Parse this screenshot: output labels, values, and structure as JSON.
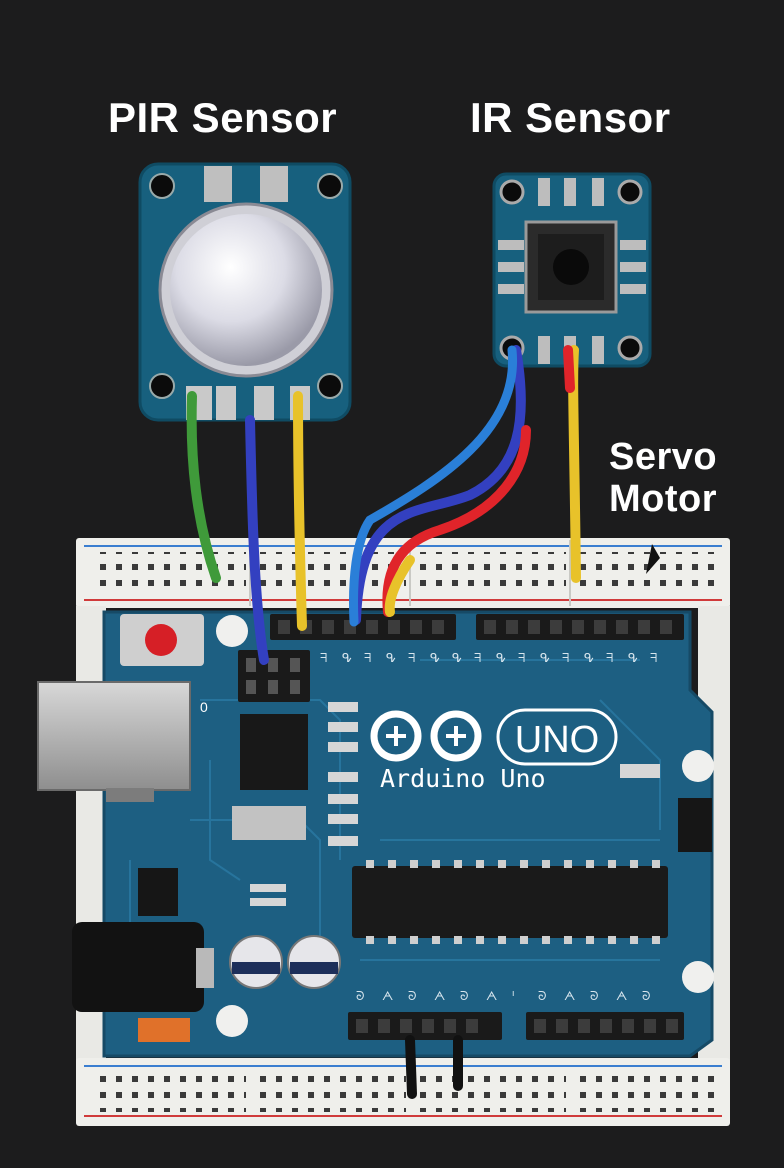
{
  "labels": {
    "pir_sensor": "PIR Sensor",
    "ir_sensor": "IR Sensor",
    "servo_line1": "Servo",
    "servo_line2": "Motor"
  },
  "board": {
    "uno_badge": "UNO",
    "name": "Arduino Uno",
    "pin_marks_top": [
      "ᖷ",
      "ᕴ",
      "ᖷ",
      "ᕴ",
      "ᖷ",
      "ᕴ",
      "ᕴ",
      "ᖷ",
      "ᕴ",
      "ᖷ",
      "ᕴ",
      "ᖷ",
      "ᕴ",
      "ᖷ",
      "ᕴ",
      "ᖷ"
    ],
    "pin_marks_bottom": [
      "ᘐ",
      "ᗅ",
      "ᘐ",
      "ᗅ",
      "ᘐ",
      "ᗅ",
      "ᑊ",
      "ᘐ",
      "ᗅ",
      "ᘐ",
      "ᗅ",
      "ᘐ"
    ],
    "side_digit": "0"
  },
  "colors": {
    "background": "#1c1c1d",
    "pcb": "#1d5f82",
    "sensor_pcb": "#17607e",
    "wire_green": "#3f9a3a",
    "wire_blue": "#3340c0",
    "wire_yellow": "#e8c22a",
    "wire_red": "#e0242a",
    "wire_lightblue": "#2a7fd8"
  },
  "icons": [
    "arduino-infinity-logo-icon",
    "reset-button-icon",
    "usb-port-icon",
    "power-jack-icon"
  ]
}
